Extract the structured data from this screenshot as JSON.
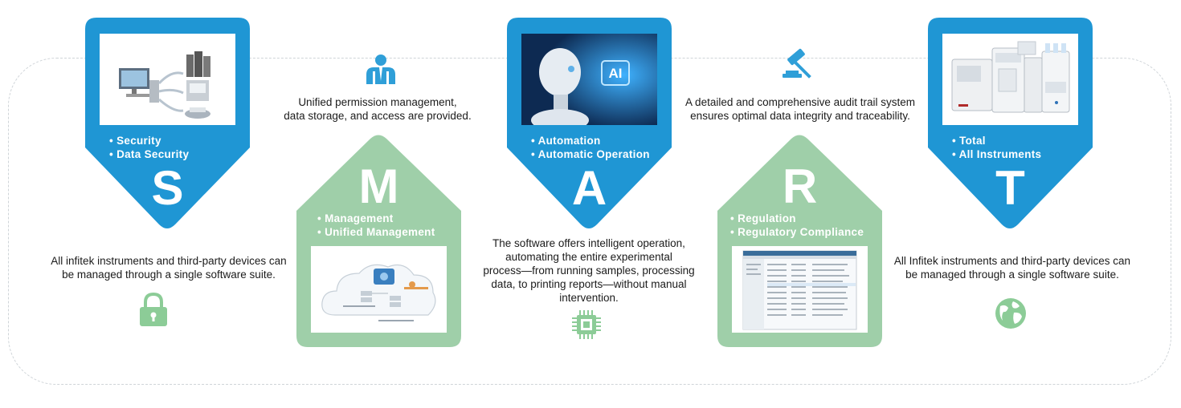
{
  "colors": {
    "blue": "#1f96d4",
    "green": "#9fcfa9",
    "gray_dash": "#cfd4d8",
    "icon_blue": "#2f9fd8",
    "icon_green": "#8ccc97"
  },
  "cards": [
    {
      "id": "s",
      "letter": "S",
      "bullets": [
        "• Security",
        "• Data Security"
      ],
      "image": "computer-network-illustration"
    },
    {
      "id": "m",
      "letter": "M",
      "bullets": [
        "• Management",
        "• Unified Management"
      ],
      "image": "cloud-management-diagram"
    },
    {
      "id": "a",
      "letter": "A",
      "bullets": [
        "• Automation",
        "• Automatic Operation"
      ],
      "image": "ai-robot-illustration",
      "image_text": "AI"
    },
    {
      "id": "r",
      "letter": "R",
      "bullets": [
        "• Regulation",
        "• Regulatory Compliance"
      ],
      "image": "software-screenshot"
    },
    {
      "id": "t",
      "letter": "T",
      "bullets": [
        "• Total",
        "• All Instruments"
      ],
      "image": "laboratory-instruments-photo"
    }
  ],
  "descriptions": {
    "s": [
      "All infitek instruments and third-party devices can",
      "be managed through a single software suite."
    ],
    "m": [
      "Unified permission management,",
      "data storage, and access are provided."
    ],
    "a": [
      "The software offers intelligent operation,",
      "automating the entire experimental",
      "process—from running samples, processing",
      "data, to printing reports—without manual",
      "intervention."
    ],
    "r": [
      "A detailed and comprehensive audit trail system",
      "ensures optimal data integrity and traceability."
    ],
    "t": [
      "All Infitek instruments and third-party devices can",
      "be managed through a single software suite."
    ]
  },
  "icons": [
    "lock-icon",
    "user-admin-icon",
    "chip-icon",
    "gavel-icon",
    "globe-icon"
  ]
}
